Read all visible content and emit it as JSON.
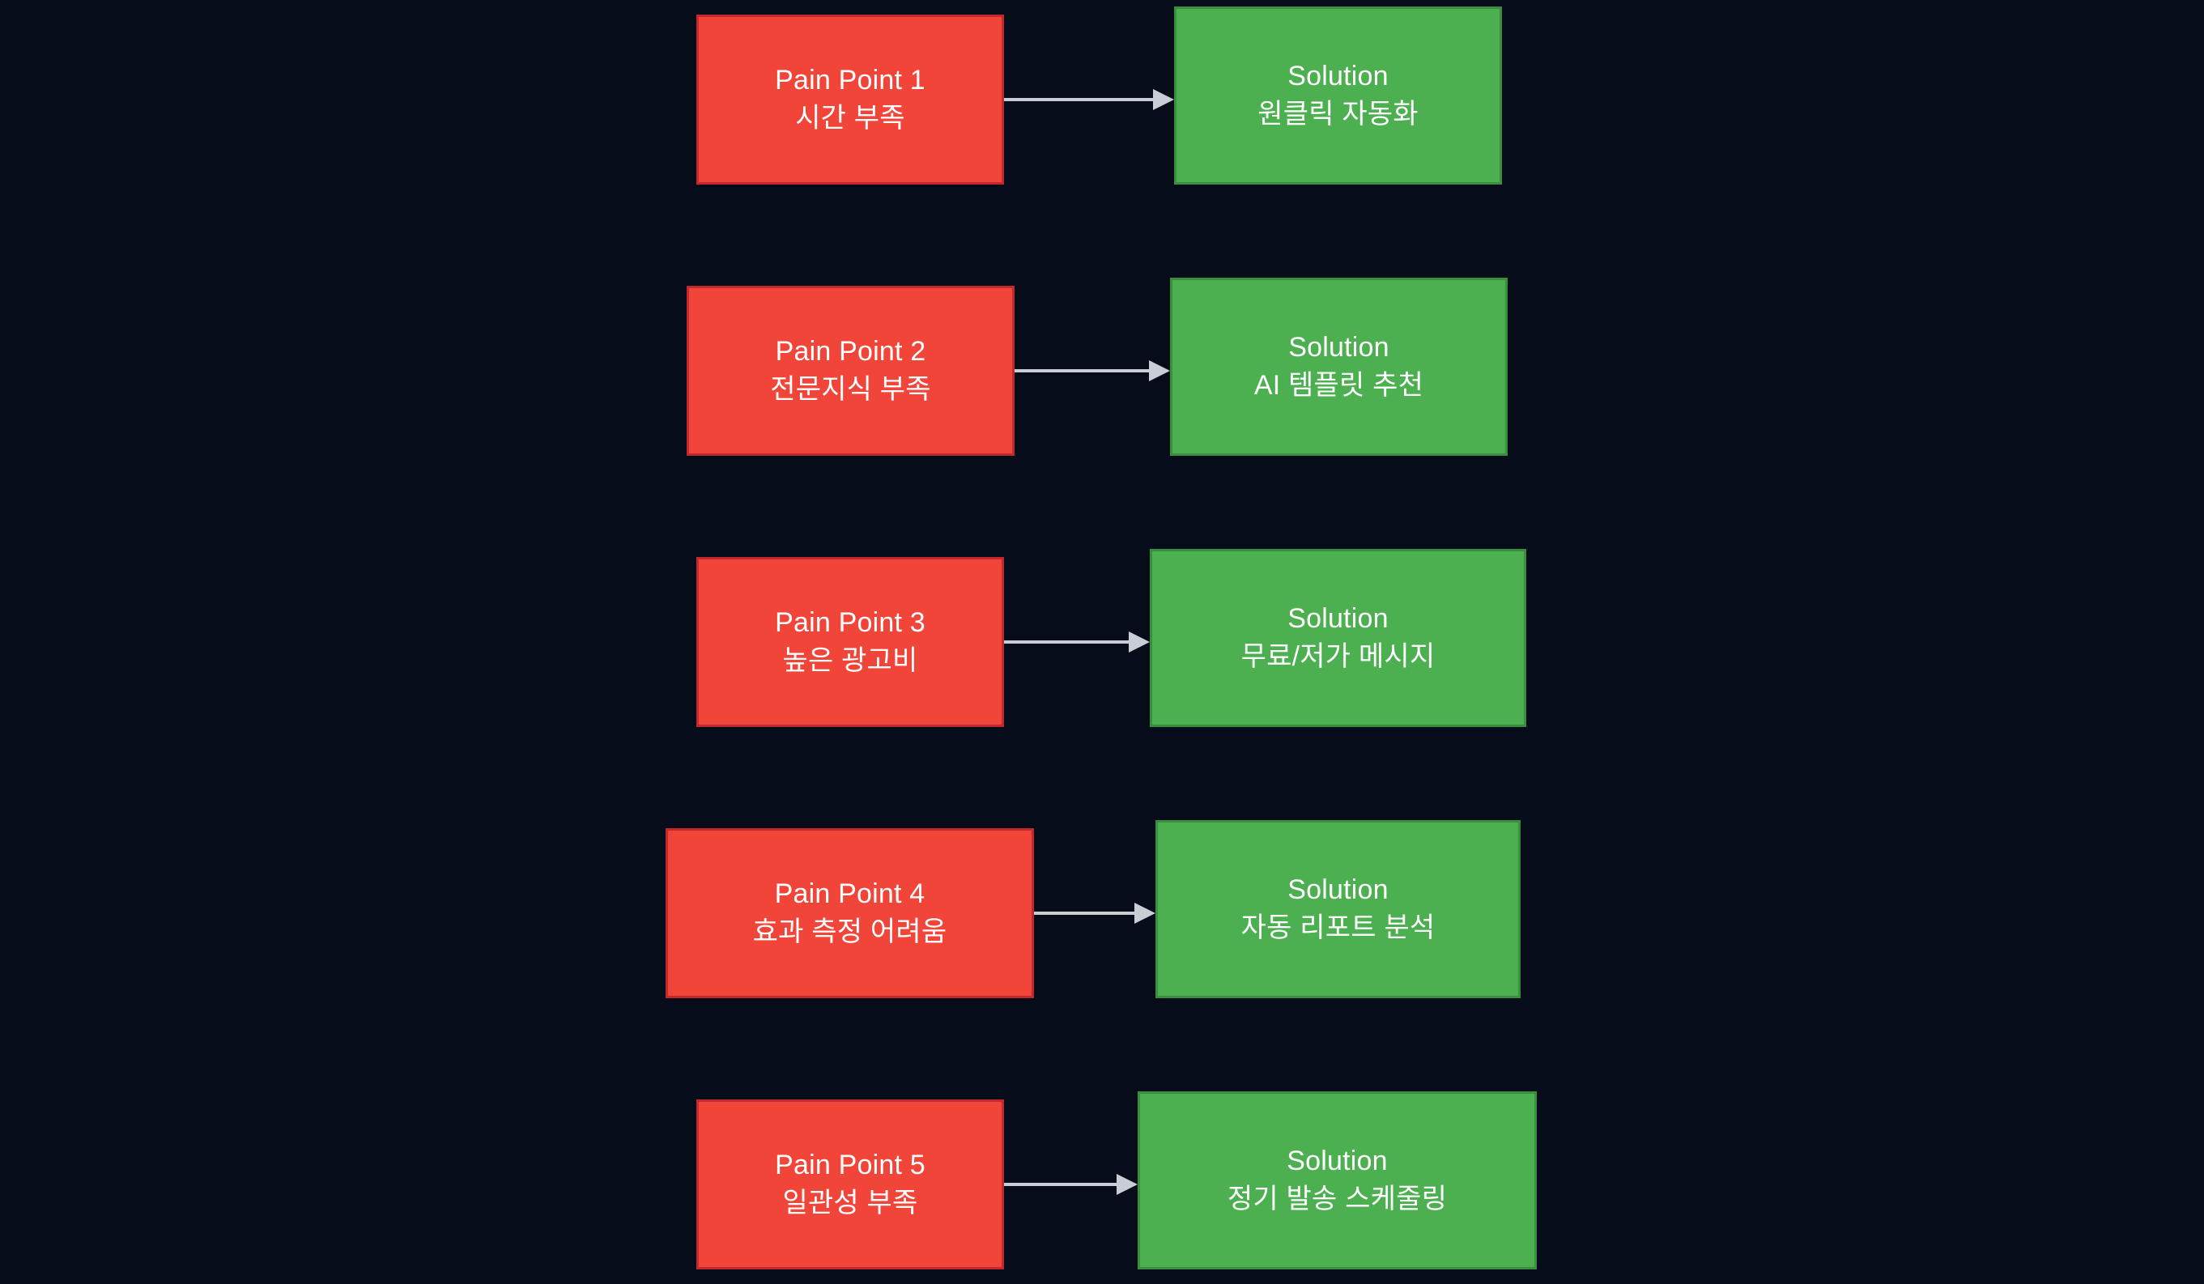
{
  "diagram": {
    "type": "flowchart",
    "direction": "left-to-right",
    "background_color": "#060C1A",
    "pain_color": "#F2453A",
    "pain_border_color": "#C2282C",
    "solution_color": "#4CAF50",
    "solution_border_color": "#3A8E3F",
    "arrow_color": "#C9CDD5",
    "text_color": "#FFFFFF",
    "rows": [
      {
        "pain": {
          "line1": "Pain Point 1",
          "line2": "시간 부족"
        },
        "solution": {
          "line1": "Solution",
          "line2": "원클릭 자동화"
        },
        "arrow": "arrow-right"
      },
      {
        "pain": {
          "line1": "Pain Point 2",
          "line2": "전문지식 부족"
        },
        "solution": {
          "line1": "Solution",
          "line2": "AI 템플릿 추천"
        },
        "arrow": "arrow-right"
      },
      {
        "pain": {
          "line1": "Pain Point 3",
          "line2": "높은 광고비"
        },
        "solution": {
          "line1": "Solution",
          "line2": "무료/저가 메시지"
        },
        "arrow": "arrow-right"
      },
      {
        "pain": {
          "line1": "Pain Point 4",
          "line2": "효과 측정 어려움"
        },
        "solution": {
          "line1": "Solution",
          "line2": "자동 리포트 분석"
        },
        "arrow": "arrow-right"
      },
      {
        "pain": {
          "line1": "Pain Point 5",
          "line2": "일관성 부족"
        },
        "solution": {
          "line1": "Solution",
          "line2": "정기 발송 스케줄링"
        },
        "arrow": "arrow-right"
      }
    ]
  }
}
